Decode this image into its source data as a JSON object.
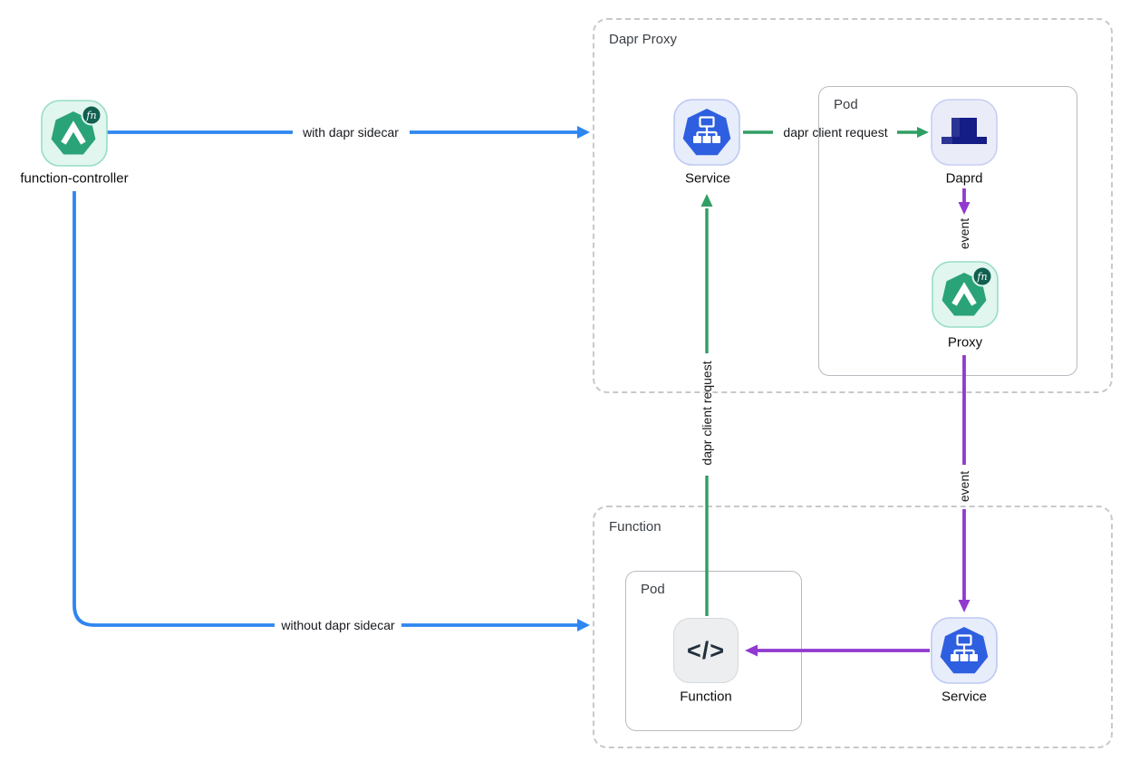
{
  "colors": {
    "edge_blue": "#2e86f0",
    "edge_green": "#2f9e63",
    "edge_purple": "#9139cf",
    "fn_bg": "#e1f6ee",
    "fn_border": "#97ddc6",
    "fn_heptagon": "#2aa378",
    "fn_badge": "#11604f",
    "service_bg": "#e8edfb",
    "service_border": "#bdc9f2",
    "service_heptagon": "#2e5fe0",
    "daprd_bg": "#eaecf8",
    "daprd_border": "#c9cef2",
    "daprd_navy": "#141c86",
    "daprd_navy_light": "#2d3594",
    "function_bg": "#eceef0",
    "function_border": "#d5d8dc"
  },
  "groups": {
    "dapr_proxy": {
      "label": "Dapr Proxy"
    },
    "function": {
      "label": "Function"
    },
    "pod_top": {
      "label": "Pod"
    },
    "pod_bottom": {
      "label": "Pod"
    }
  },
  "nodes": {
    "function_controller": {
      "label": "function-controller",
      "badge": "fn"
    },
    "service_top": {
      "label": "Service"
    },
    "daprd": {
      "label": "Daprd"
    },
    "proxy": {
      "label": "Proxy",
      "badge": "fn"
    },
    "function": {
      "label": "Function",
      "glyph": "</>"
    },
    "service_bottom": {
      "label": "Service"
    }
  },
  "edges": {
    "with_sidecar": {
      "label": "with dapr sidecar"
    },
    "without_sidecar": {
      "label": "without dapr sidecar"
    },
    "dapr_client_request_top": {
      "label": "dapr client request"
    },
    "dapr_client_request_up": {
      "label": "dapr client request"
    },
    "event_daprd_proxy": {
      "label": "event"
    },
    "event_proxy_service": {
      "label": "event"
    }
  }
}
